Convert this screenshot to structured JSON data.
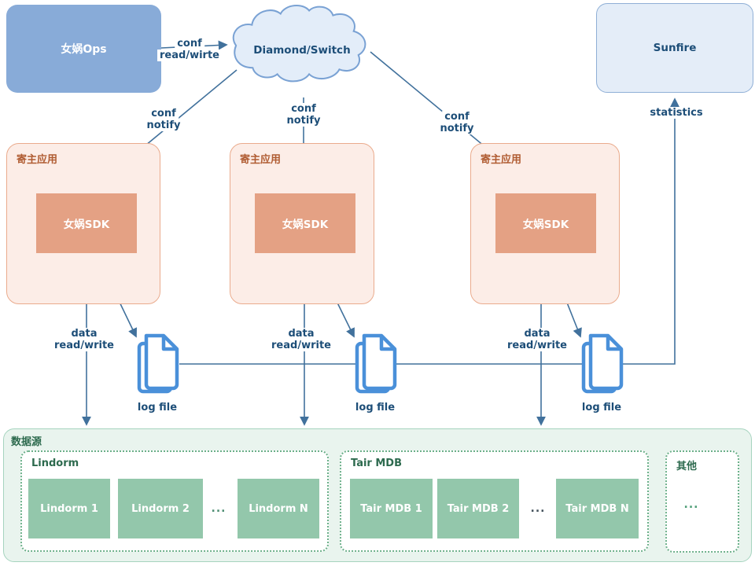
{
  "palette": {
    "line": "#41719c",
    "label_text": "#1d4e78",
    "ops_fill": "#88abd8",
    "cloud_fill": "#e3edf9",
    "cloud_stroke": "#7aa2d4",
    "sunfire_fill": "#e4edf8",
    "sunfire_stroke": "#8fafd6",
    "host_fill": "#fcede7",
    "host_stroke": "#eaab8d",
    "host_label_color": "#b05c32",
    "sdk_fill": "#e4a184",
    "log_icon": "#4a90d9",
    "datasource_fill": "#e9f4ee",
    "datasource_stroke": "#a6d4bf",
    "green_label": "#2d6a4e",
    "dotted_stroke": "#6cb08a",
    "cell_fill": "#93c7ab"
  },
  "nodes": {
    "ops": "女娲Ops",
    "cloud": "Diamond/Switch",
    "sunfire": "Sunfire"
  },
  "hosts": [
    {
      "container": "寄主应用",
      "sdk": "女娲SDK"
    },
    {
      "container": "寄主应用",
      "sdk": "女娲SDK"
    },
    {
      "container": "寄主应用",
      "sdk": "女娲SDK"
    }
  ],
  "edges": {
    "conf_rw": {
      "l1": "conf",
      "l2": "read/wirte"
    },
    "conf_notify": {
      "l1": "conf",
      "l2": "notify"
    },
    "data_rw": {
      "l1": "data",
      "l2": "read/write"
    },
    "statistics": "statistics",
    "log_file": "log file"
  },
  "datasource": {
    "label": "数据源",
    "groups": [
      {
        "label": "Lindorm",
        "cells": [
          "Lindorm 1",
          "Lindorm 2",
          "Lindorm N"
        ],
        "ellipsis": "..."
      },
      {
        "label": "Tair MDB",
        "cells": [
          "Tair MDB 1",
          "Tair MDB 2",
          "Tair MDB N"
        ],
        "ellipsis": "..."
      },
      {
        "label": "其他",
        "cells": [],
        "ellipsis": "..."
      }
    ]
  }
}
